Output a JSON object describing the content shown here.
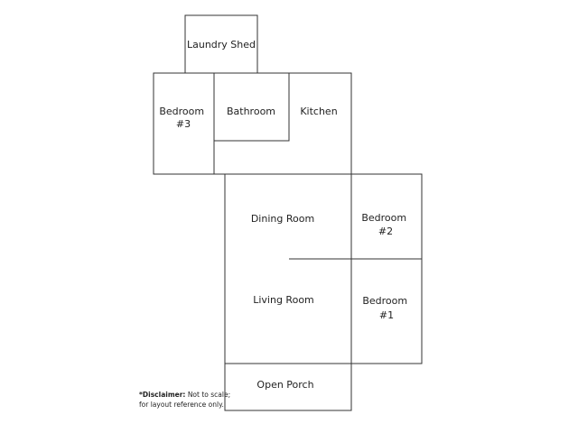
{
  "floor_plan": {
    "rooms": {
      "laundry_shed": [
        "Laundry Shed"
      ],
      "bedroom_3": [
        "Bedroom",
        "#3"
      ],
      "bathroom": [
        "Bathroom"
      ],
      "kitchen": [
        "Kitchen"
      ],
      "dining_room": [
        "Dining Room"
      ],
      "bedroom_2": [
        "Bedroom",
        "#2"
      ],
      "living_room": [
        "Living Room"
      ],
      "bedroom_1": [
        "Bedroom",
        "#1"
      ],
      "open_porch": [
        "Open Porch"
      ]
    },
    "line_color": "#333333"
  },
  "disclaimer": {
    "label": "*Disclaimer:",
    "text_line1": " Not to scale;",
    "text_line2": "for layout reference only."
  }
}
